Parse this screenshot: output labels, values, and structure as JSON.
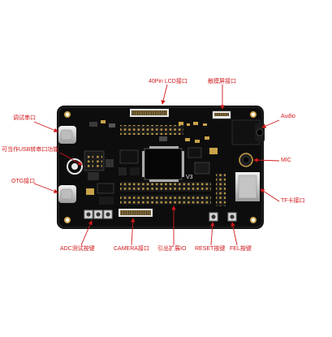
{
  "labels": {
    "lcd_40pin": "40Pin LCD接口",
    "touch_interface": "触摸屏接口",
    "debug_port": "调试串口",
    "usb_serial": "可当作USB转串口功能",
    "otg_port": "OTG接口",
    "audio": "Audio",
    "mic": "MIC",
    "tf_card": "TF卡接口",
    "adc_buttons": "ADC测试按键",
    "camera": "CAMERA接口",
    "gpio_header": "引出扩展IO",
    "reset_button": "RESET按键",
    "fel_button": "FEL按键"
  },
  "board": {
    "silk_v3": "V3"
  },
  "colors": {
    "callout": "#d0191c",
    "pcb": "#0d0d0d",
    "pin_gold": "#c9a34a",
    "silkscreen": "#e8e8e8"
  },
  "icons": [
    "arrow-icon"
  ]
}
